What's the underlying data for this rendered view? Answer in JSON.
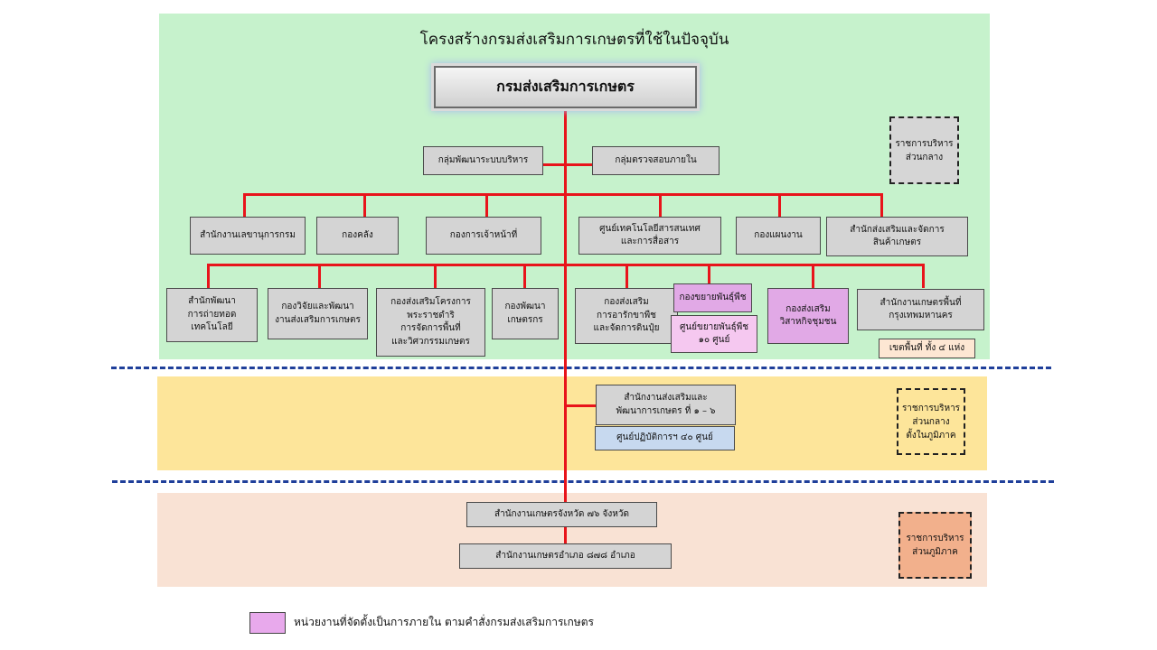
{
  "title": "โครงสร้างกรมส่งเสริมการเกษตรที่ใช้ในปัจจุบัน",
  "department": "กรมส่งเสริมการเกษตร",
  "staff_units": [
    "กลุ่มพัฒนาระบบบริหาร",
    "กลุ่มตรวจสอบภายใน"
  ],
  "row1_units": [
    "สำนักงานเลขานุการกรม",
    "กองคลัง",
    "กองการเจ้าหน้าที่",
    "ศูนย์เทคโนโลยีสารสนเทศ\nและการสื่อสาร",
    "กองแผนงาน",
    "สำนักส่งเสริมและจัดการ\nสินค้าเกษตร"
  ],
  "row2_units": [
    "สำนักพัฒนา\nการถ่ายทอด\nเทคโนโลยี",
    "กองวิจัยและพัฒนา\nงานส่งเสริมการเกษตร",
    "กองส่งเสริมโครงการ\nพระราชดำริ\nการจัดการพื้นที่\nและวิศวกรรมเกษตร",
    "กองพัฒนา\nเกษตรกร",
    "กองส่งเสริม\nการอารักขาพืช\nและจัดการดินปุ๋ย",
    "กองขยายพันธุ์พืช",
    "กองส่งเสริม\nวิสาหกิจชุมชน",
    "สำนักงานเกษตรพื้นที่\nกรุงเทพมหานคร"
  ],
  "sub_units": {
    "seed_centers": "ศูนย์ขยายพันธุ์พืช\n๑๐ ศูนย์",
    "bkk_areas": "เขตพื้นที่ ทั้ง ๔ แห่ง"
  },
  "regional": {
    "office": "สำนักงานส่งเสริมและ\nพัฒนาการเกษตร ที่ ๑ – ๖",
    "centers": "ศูนย์ปฏิบัติการฯ ๔๐ ศูนย์"
  },
  "local": {
    "province": "สำนักงานเกษตรจังหวัด  ๗๖  จังหวัด",
    "district": "สำนักงานเกษตรอำเภอ  ๘๗๘  อำเภอ"
  },
  "notes": {
    "central": "ราชการบริหาร\nส่วนกลาง",
    "central_regional": "ราชการบริหาร\nส่วนกลาง\nตั้งในภูมิภาค",
    "regional": "ราชการบริหาร\nส่วนภูมิภาค"
  },
  "legend": "หน่วยงานที่จัดตั้งเป็นการภายใน  ตามคำสั่งกรมส่งเสริมการเกษตร",
  "colors": {
    "central_bg": "#c6f2cc",
    "regional_bg": "#fde59a",
    "local_bg": "#f9e2d4",
    "connector": "#e8141b",
    "divider": "#1f3f9a",
    "internal_unit": "#e1a9e6"
  }
}
